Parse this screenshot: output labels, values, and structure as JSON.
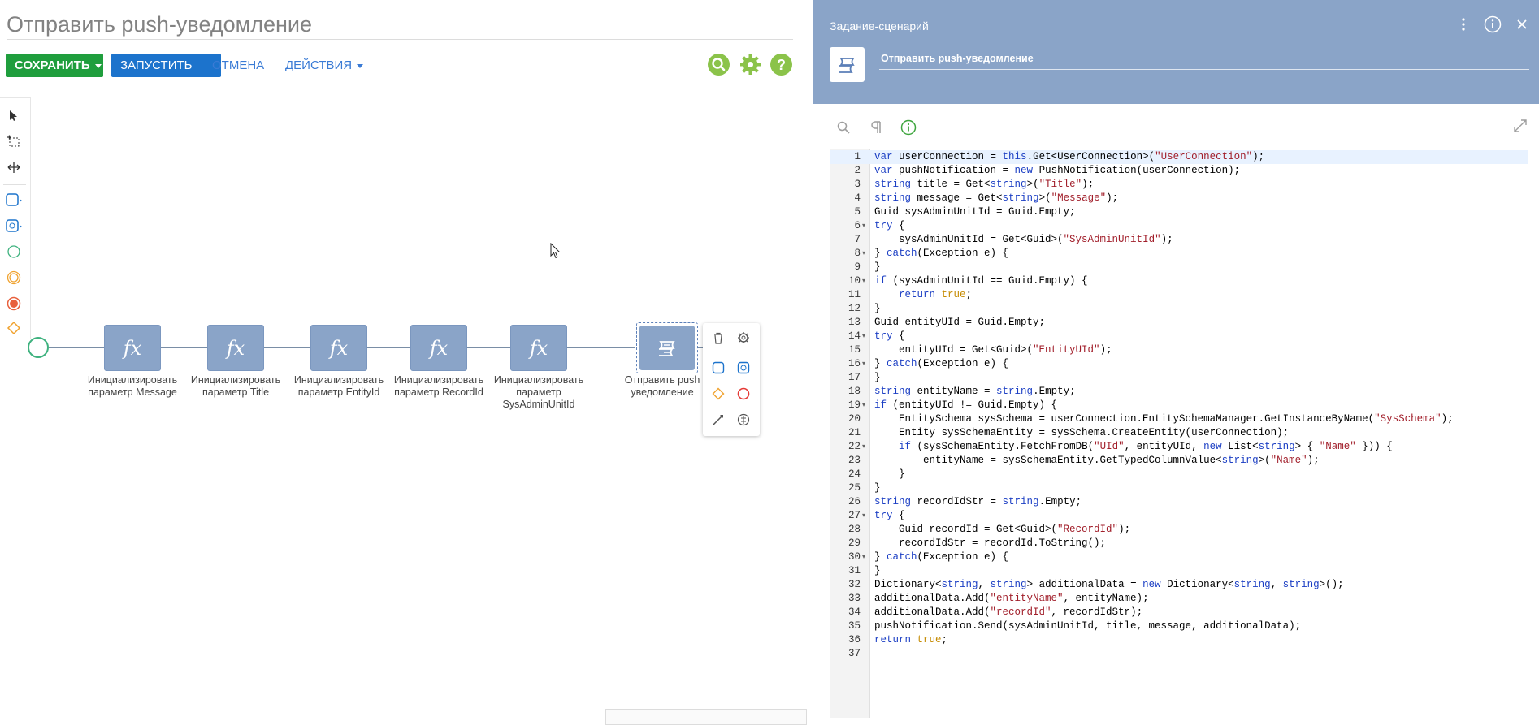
{
  "designer": {
    "title": "Отправить push-уведомление",
    "buttons": {
      "save": "СОХРАНИТЬ",
      "run": "ЗАПУСТИТЬ",
      "cancel": "ОТМЕНА",
      "actions": "ДЕЙСТВИЯ"
    },
    "top_icons": [
      "search-icon",
      "gear-icon",
      "help-icon"
    ],
    "accent_color": "#8bc34a",
    "tasks": [
      {
        "label": "Инициализировать параметр Message",
        "icon": "function-icon"
      },
      {
        "label": "Инициализировать параметр Title",
        "icon": "function-icon"
      },
      {
        "label": "Инициализировать параметр EntityId",
        "icon": "function-icon"
      },
      {
        "label": "Инициализировать параметр RecordId",
        "icon": "function-icon"
      },
      {
        "label": "Инициализировать параметр SysAdminUnitId",
        "icon": "function-icon"
      },
      {
        "label": "Отправить push-уведомление",
        "label_visible": "Отправить push уведомление",
        "icon": "script-task-icon"
      }
    ],
    "task_glyph": "fx"
  },
  "panel": {
    "header_title": "Задание-сценарий",
    "element_name": "Отправить push-уведомление",
    "header_color": "#8aa4c8"
  },
  "code_lines": [
    "var userConnection = this.Get<UserConnection>(\"UserConnection\");",
    "var pushNotification = new PushNotification(userConnection);",
    "string title = Get<string>(\"Title\");",
    "string message = Get<string>(\"Message\");",
    "Guid sysAdminUnitId = Guid.Empty;",
    "try {",
    "    sysAdminUnitId = Get<Guid>(\"SysAdminUnitId\");",
    "} catch(Exception e) {",
    "}",
    "if (sysAdminUnitId == Guid.Empty) {",
    "    return true;",
    "}",
    "Guid entityUId = Guid.Empty;",
    "try {",
    "    entityUId = Get<Guid>(\"EntityUId\");",
    "} catch(Exception e) {",
    "}",
    "string entityName = string.Empty;",
    "if (entityUId != Guid.Empty) {",
    "    EntitySchema sysSchema = userConnection.EntitySchemaManager.GetInstanceByName(\"SysSchema\");",
    "    Entity sysSchemaEntity = sysSchema.CreateEntity(userConnection);",
    "    if (sysSchemaEntity.FetchFromDB(\"UId\", entityUId, new List<string> { \"Name\" })) {",
    "        entityName = sysSchemaEntity.GetTypedColumnValue<string>(\"Name\");",
    "    }",
    "}",
    "string recordIdStr = string.Empty;",
    "try {",
    "    Guid recordId = Get<Guid>(\"RecordId\");",
    "    recordIdStr = recordId.ToString();",
    "} catch(Exception e) {",
    "}",
    "Dictionary<string, string> additionalData = new Dictionary<string, string>();",
    "additionalData.Add(\"entityName\", entityName);",
    "additionalData.Add(\"recordId\", recordIdStr);",
    "pushNotification.Send(sysAdminUnitId, title, message, additionalData);",
    "return true;",
    ""
  ],
  "fold_lines": [
    6,
    8,
    10,
    14,
    16,
    19,
    22,
    27,
    30
  ]
}
